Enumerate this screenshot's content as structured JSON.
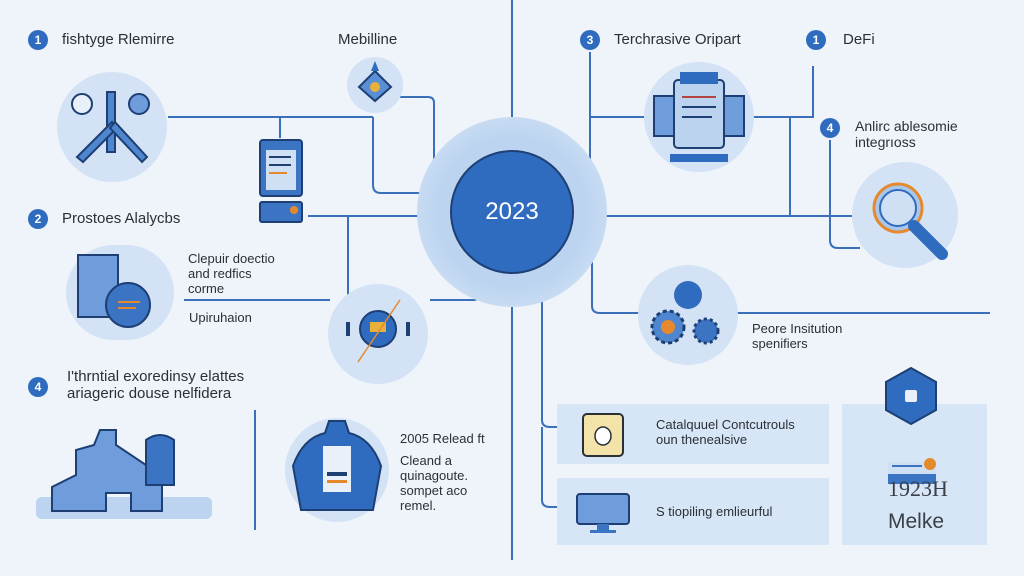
{
  "center": {
    "year": "2023"
  },
  "sections": [
    {
      "badge": "1",
      "title": "fishtyge Rlemirre"
    },
    {
      "title": "Mebilline"
    },
    {
      "badge": "3",
      "title": "Terchrasive Oripart"
    },
    {
      "badge": "1",
      "title": "DeFi"
    },
    {
      "badge": "4",
      "title_lines": [
        "Anlirc ablesomie",
        "integrıoss"
      ]
    },
    {
      "badge": "2",
      "title": "Prostoes Alalycbs"
    },
    {
      "badge": "4",
      "title_lines": [
        "I'thrntial exoredinsy elattes",
        "ariageric douse nelfidera"
      ]
    }
  ],
  "notes": {
    "clepuir": [
      "Clepuir doectio",
      "and redfics",
      "corme"
    ],
    "upiruhaion": "Upiruhaion",
    "release_title": "2005 Relead ft",
    "release_body": [
      "Cleand a",
      "quinagoute.",
      "sompet aco",
      "remel."
    ],
    "peore": [
      "Peore Insitution",
      "spenifiers"
    ]
  },
  "panels": [
    {
      "lines": [
        "Catalquuel Contcutrouls",
        "oun thenealsive"
      ],
      "icon": "document-icon"
    },
    {
      "lines": [
        "S tiopiling emlieurful"
      ],
      "icon": "monitor-icon"
    }
  ],
  "side_panel": {
    "code": "1923H",
    "label": "Melke",
    "icon": "hexagon-badge-icon"
  },
  "colors": {
    "accent": "#2f6cc0",
    "background": "#eef4fa",
    "panel": "#d6e6f6",
    "highlight": "#e58a2c"
  }
}
